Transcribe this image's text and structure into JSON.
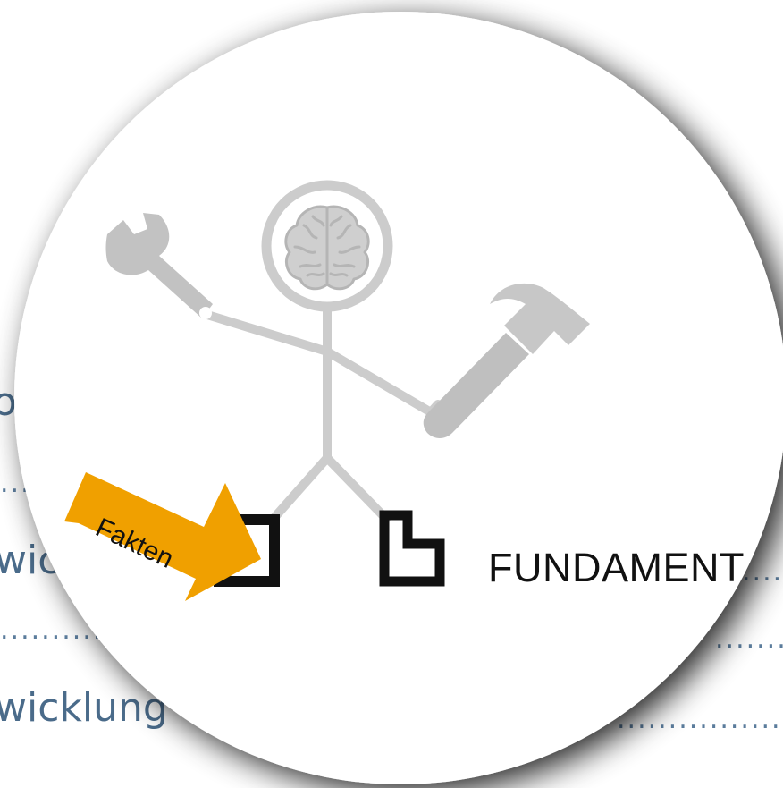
{
  "background": {
    "lines": [
      {
        "text": "o",
        "kind": "heading"
      },
      {
        "text": "wic",
        "kind": "entry"
      },
      {
        "text": "wicklung",
        "kind": "entry"
      }
    ],
    "leader": "...................................",
    "text_color": "#4a6b8a"
  },
  "figure": {
    "label": "FUNDAMENT",
    "arrow_label": "Fakten",
    "arrow_color": "#f0a000",
    "figure_color": "#cccccc",
    "icons": [
      "brain-icon",
      "wrench-icon",
      "hammer-icon",
      "left-foot-bracket",
      "right-foot-bracket"
    ]
  }
}
